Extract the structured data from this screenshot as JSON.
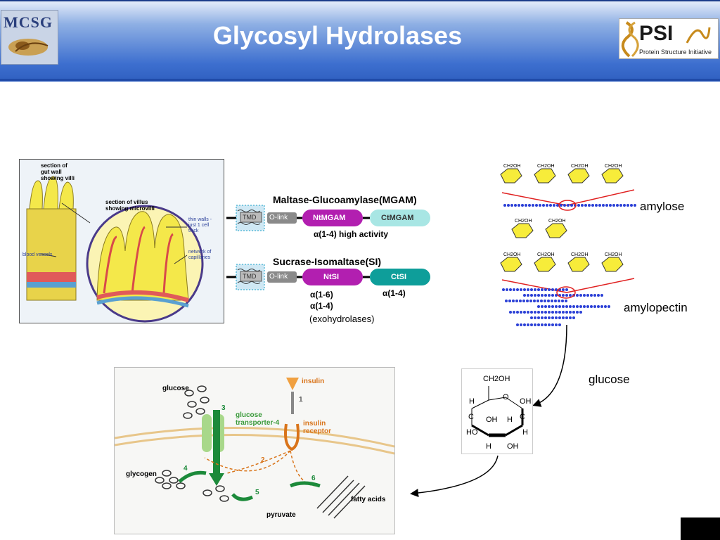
{
  "header": {
    "title": "Glycosyl Hydrolases",
    "logo_left_text": "MCSG",
    "logo_right_text": "PSI",
    "logo_right_subtitle": "Protein Structure Initiative"
  },
  "villus_panel": {
    "label_section_gut": [
      "section of",
      "gut wall",
      "showing villi"
    ],
    "label_section_villus": [
      "section of villus",
      "showing microvilli"
    ],
    "label_thin_walls": [
      "thin walls -",
      "just 1 cell",
      "thick"
    ],
    "label_network": [
      "network of",
      "capillaries"
    ],
    "label_blood_vessels": "blood vessels"
  },
  "enzymes": {
    "mgam_title": "Maltase-Glucoamylase(MGAM)",
    "si_title": "Sucrase-Isomaltase(SI)",
    "tmd": "TMD",
    "olink": "O-link",
    "nt_mgam": "NtMGAM",
    "ct_mgam": "CtMGAM",
    "mgam_activity": "α(1-4) high activity",
    "nt_si": "NtSI",
    "ct_si": "CtSI",
    "si_a16": "α(1-6)",
    "si_a14": "α(1-4)",
    "si_exo": "(exohydrolases)",
    "ct_si_activity": "α(1-4)"
  },
  "polymers": {
    "amylose": "amylose",
    "amylopectin": "amylopectin",
    "glucose": "glucose",
    "ring_label": "CH2OH"
  },
  "glucose_structure": {
    "ch2oh": "CH2OH",
    "h": "H",
    "oh": "OH",
    "ho": "HO",
    "c": "C",
    "o": "O"
  },
  "metabolism": {
    "glucose": "glucose",
    "insulin": "insulin",
    "glucose_transporter": [
      "glucose",
      "transporter-4"
    ],
    "insulin_receptor": [
      "insulin",
      "receptor"
    ],
    "glycogen": "glycogen",
    "pyruvate": "pyruvate",
    "fatty_acids": "fatty acids",
    "steps": [
      "1",
      "2",
      "3",
      "4",
      "5",
      "6"
    ]
  },
  "colors": {
    "header_blue": "#3d6fcf",
    "nt_magenta": "#b21fb0",
    "ct_teal": "#0e9e9a",
    "ct_light": "#a8e6e4",
    "dot_blue": "#2a3fd6",
    "red_line": "#e02020",
    "villus_yellow": "#f4e84a",
    "arrow_green": "#1c8a3a",
    "arrow_orange": "#d9741a"
  }
}
